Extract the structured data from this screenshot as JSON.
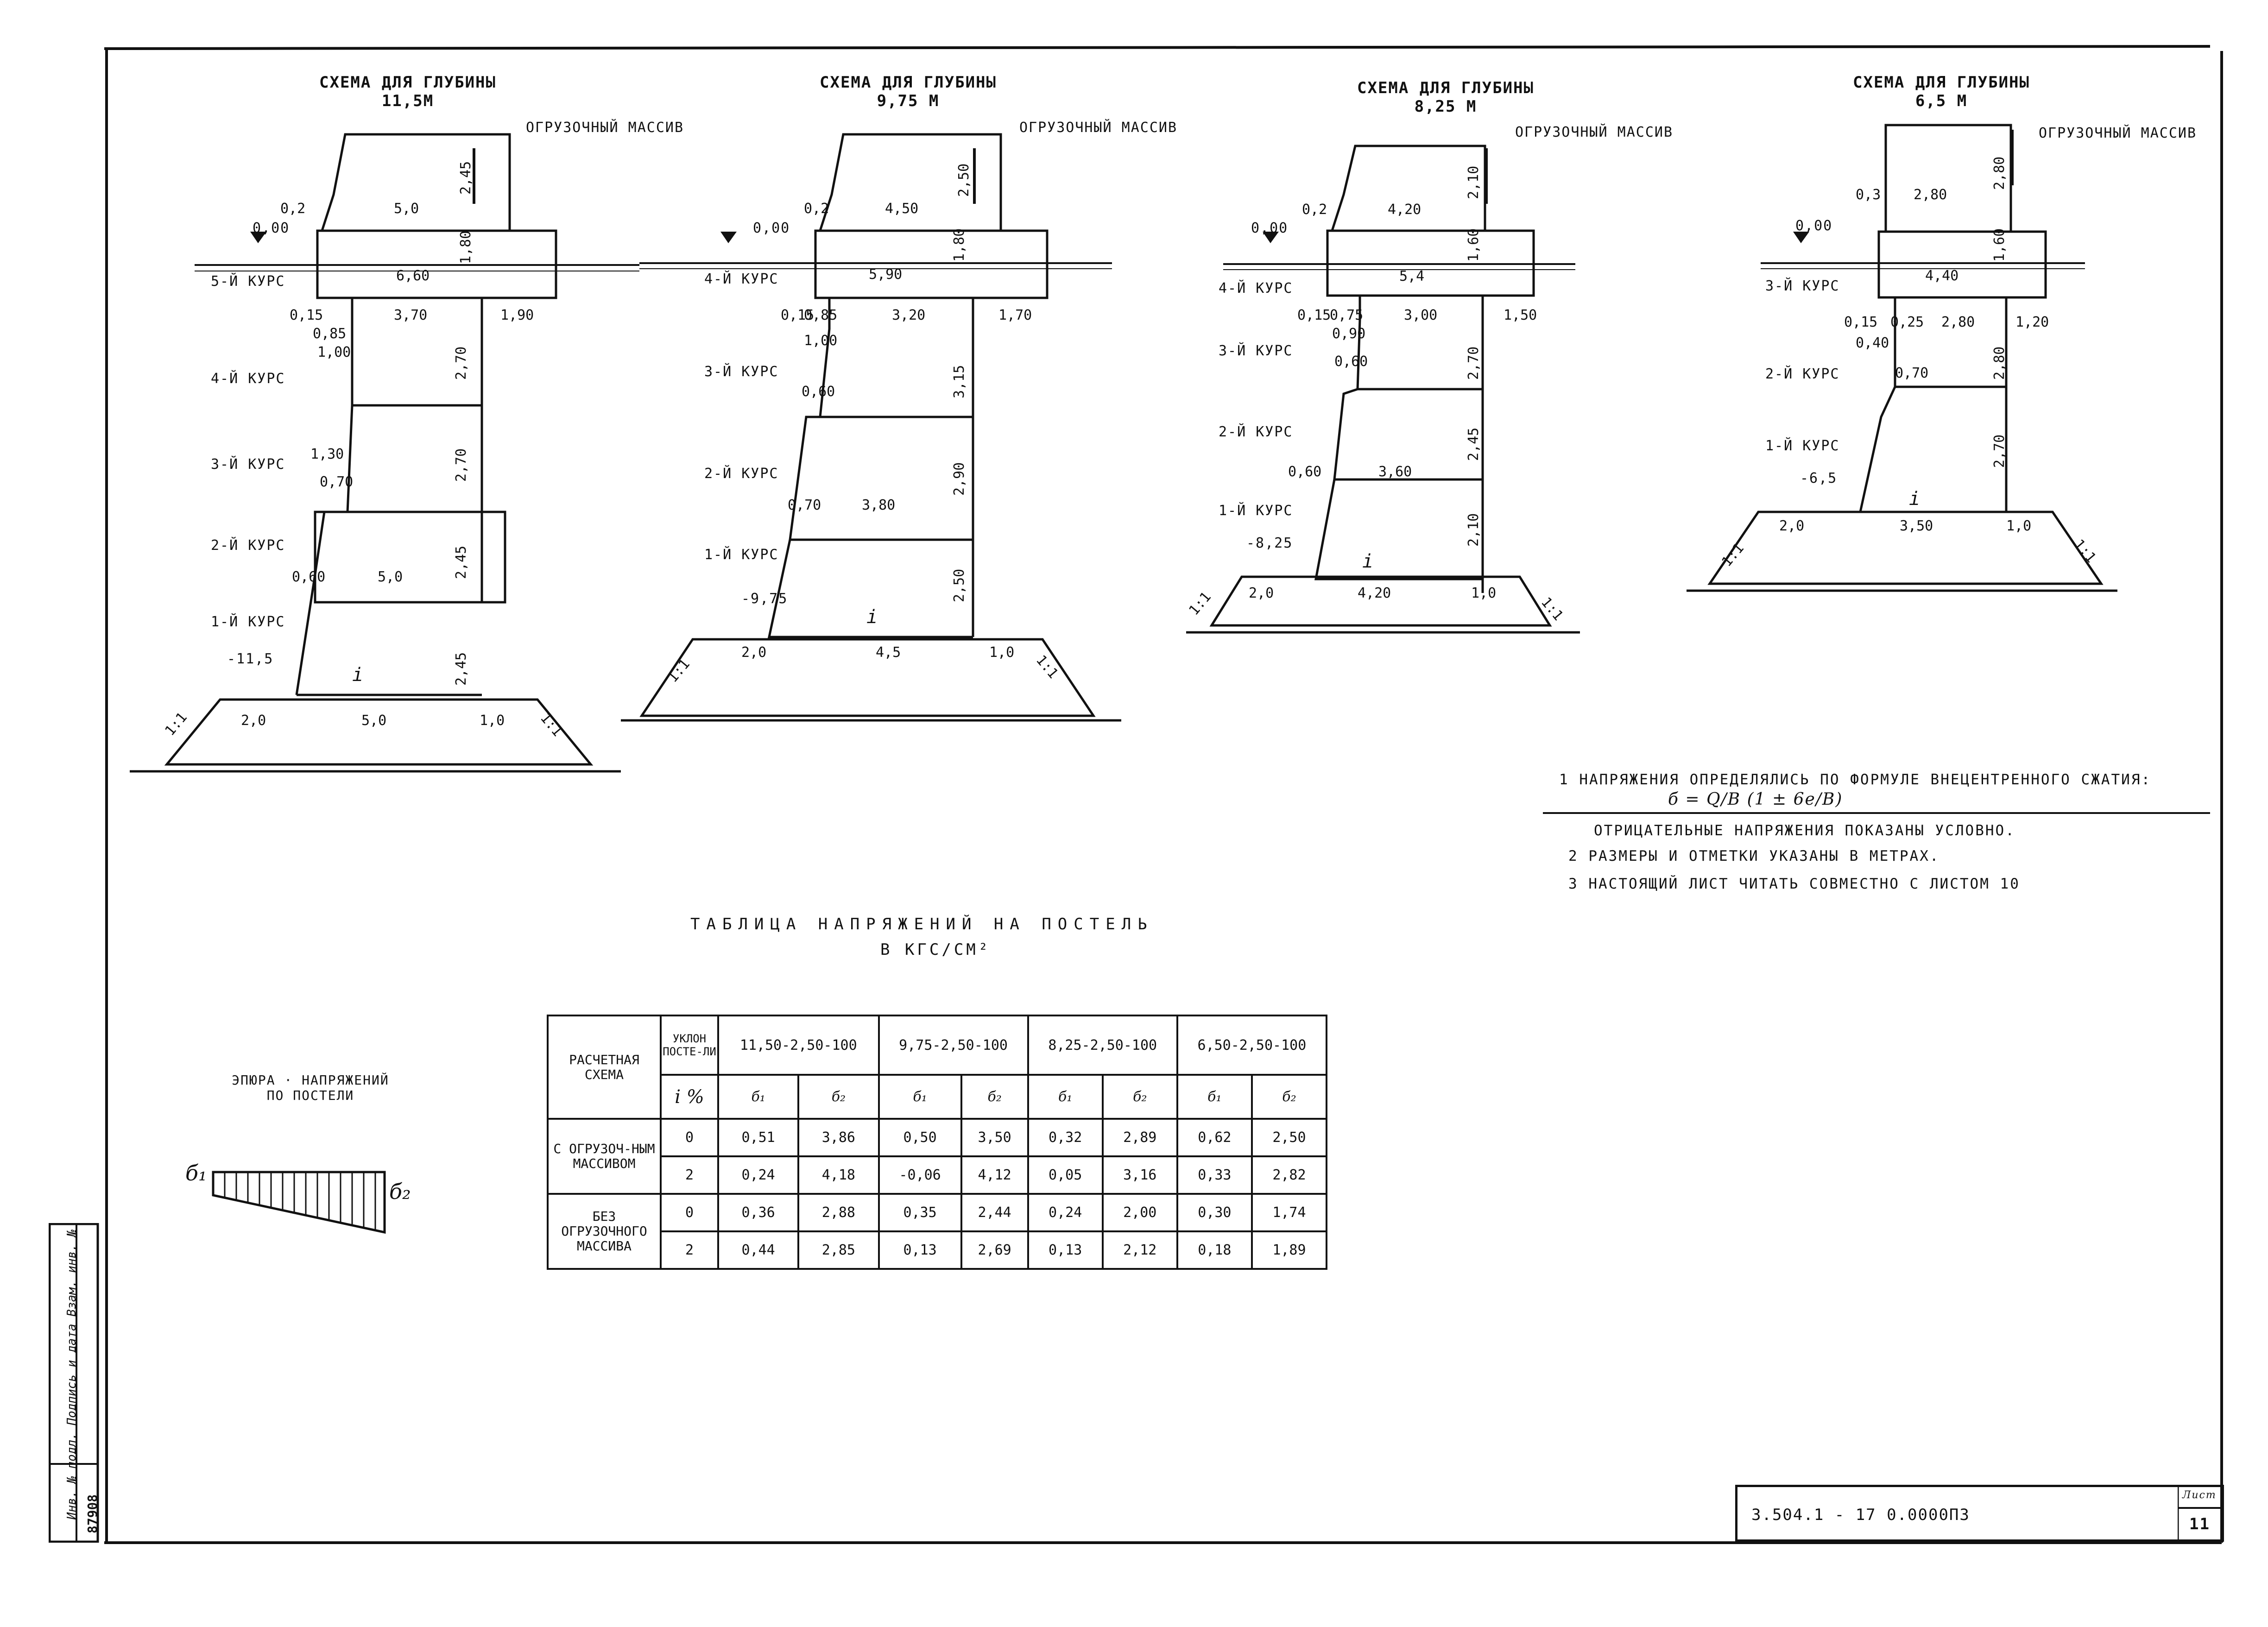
{
  "schemes": [
    {
      "title1": "СХЕМА ДЛЯ ГЛУБИНЫ",
      "title2": "11,5М",
      "massif": "ОГРУЗОЧНЫЙ МАССИВ",
      "zero": "0,00",
      "depth": "-11,5",
      "courses": [
        "5-Й КУРС",
        "4-Й КУРС",
        "3-Й КУРС",
        "2-Й КУРС",
        "1-Й КУРС"
      ],
      "dims": [
        "2,45",
        "0,2",
        "5,0",
        "1,80",
        "6,60",
        "0,15",
        "3,70",
        "1,90",
        "0,85",
        "1,00",
        "2,70",
        "2,70",
        "1,30",
        "0,70",
        "2,45",
        "0,60",
        "5,0",
        "2,45",
        "2,0",
        "5,0",
        "1,0",
        "1:1",
        "1:1"
      ],
      "slope": "i"
    },
    {
      "title1": "СХЕМА ДЛЯ ГЛУБИНЫ",
      "title2": "9,75 М",
      "massif": "ОГРУЗОЧНЫЙ МАССИВ",
      "zero": "0,00",
      "depth": "-9,75",
      "courses": [
        "4-Й КУРС",
        "3-Й КУРС",
        "2-Й КУРС",
        "1-Й КУРС"
      ],
      "dims": [
        "2,50",
        "0,2",
        "4,50",
        "1,80",
        "5,90",
        "0,15",
        "0,85",
        "3,20",
        "1,70",
        "1,00",
        "3,15",
        "0,60",
        "2,90",
        "0,70",
        "3,80",
        "2,50",
        "2,0",
        "4,5",
        "1,0",
        "1:1",
        "1:1"
      ],
      "slope": "i"
    },
    {
      "title1": "СХЕМА ДЛЯ ГЛУБИНЫ",
      "title2": "8,25 М",
      "massif": "ОГРУЗОЧНЫЙ МАССИВ",
      "zero": "0,00",
      "depth": "-8,25",
      "courses": [
        "4-Й КУРС",
        "3-Й КУРС",
        "2-Й КУРС",
        "1-Й КУРС"
      ],
      "dims": [
        "2,10",
        "0,2",
        "4,20",
        "1,60",
        "5,4",
        "0,15",
        "0,75",
        "3,00",
        "1,50",
        "0,90",
        "0,60",
        "2,70",
        "2,45",
        "0,60",
        "3,60",
        "2,10",
        "2,0",
        "4,20",
        "1,0",
        "1:1",
        "1:1"
      ],
      "slope": "i"
    },
    {
      "title1": "СХЕМА ДЛЯ ГЛУБИНЫ",
      "title2": "6,5 М",
      "massif": "ОГРУЗОЧНЫЙ МАССИВ",
      "zero": "0,00",
      "depth": "-6,5",
      "courses": [
        "3-Й КУРС",
        "2-Й КУРС",
        "1-Й КУРС"
      ],
      "dims": [
        "2,80",
        "0,3",
        "2,80",
        "1,60",
        "4,40",
        "0,15",
        "0,25",
        "2,80",
        "1,20",
        "0,40",
        "0,70",
        "2,80",
        "2,70",
        "2,0",
        "3,50",
        "1,0",
        "1:1",
        "1:1"
      ],
      "slope": "i"
    }
  ],
  "notes": [
    "1  НАПРЯЖЕНИЯ ОПРЕДЕЛЯЛИСЬ ПО  ФОРМУЛЕ ВНЕЦЕНТРЕННОГО СЖАТИЯ:",
    "б = Q/B (1 ± 6e/B)",
    "ОТРИЦАТЕЛЬНЫЕ НАПРЯЖЕНИЯ ПОКАЗАНЫ УСЛОВНО.",
    "2  РАЗМЕРЫ И ОТМЕТКИ УКАЗАНЫ В МЕТРАХ.",
    "3  НАСТОЯЩИЙ ЛИСТ ЧИТАТЬ СОВМЕСТНО С ЛИСТОМ 10"
  ],
  "table_title": "ТАБЛИЦА  НАПРЯЖЕНИЙ  НА  ПОСТЕЛЬ",
  "table_units": "В КГС/СМ²",
  "epure": {
    "title1": "ЭПЮРА · НАПРЯЖЕНИЙ",
    "title2": "ПО  ПОСТЕЛИ",
    "s1": "б₁",
    "s2": "б₂"
  },
  "table": {
    "h_scheme": "РАСЧЕТНАЯ СХЕМА",
    "h_slope": "УКЛОН ПОСТЕ-ЛИ",
    "h_slope_unit": "i %",
    "groups": [
      "11,50-2,50-100",
      "9,75-2,50-100",
      "8,25-2,50-100",
      "6,50-2,50-100"
    ],
    "sig1": "б₁",
    "sig2": "б₂",
    "row_groups": [
      {
        "label": "С ОГРУЗОЧ-НЫМ МАССИВОМ",
        "rows": [
          {
            "i": "0",
            "values": [
              "0,51",
              "3,86",
              "0,50",
              "3,50",
              "0,32",
              "2,89",
              "0,62",
              "2,50"
            ]
          },
          {
            "i": "2",
            "values": [
              "0,24",
              "4,18",
              "-0,06",
              "4,12",
              "0,05",
              "3,16",
              "0,33",
              "2,82"
            ]
          }
        ]
      },
      {
        "label": "БЕЗ ОГРУЗОЧНОГО МАССИВА",
        "rows": [
          {
            "i": "0",
            "values": [
              "0,36",
              "2,88",
              "0,35",
              "2,44",
              "0,24",
              "2,00",
              "0,30",
              "1,74"
            ]
          },
          {
            "i": "2",
            "values": [
              "0,44",
              "2,85",
              "0,13",
              "2,69",
              "0,13",
              "2,12",
              "0,18",
              "1,89"
            ]
          }
        ]
      }
    ]
  },
  "stamp": {
    "code": "3.504.1 - 17   0.0000ПЗ",
    "sheet_label": "Лист",
    "sheet": "11"
  },
  "sidebar": {
    "text": "Инв. № подл.  Подпись и дата  Взам. инв. №",
    "num": "87908"
  }
}
